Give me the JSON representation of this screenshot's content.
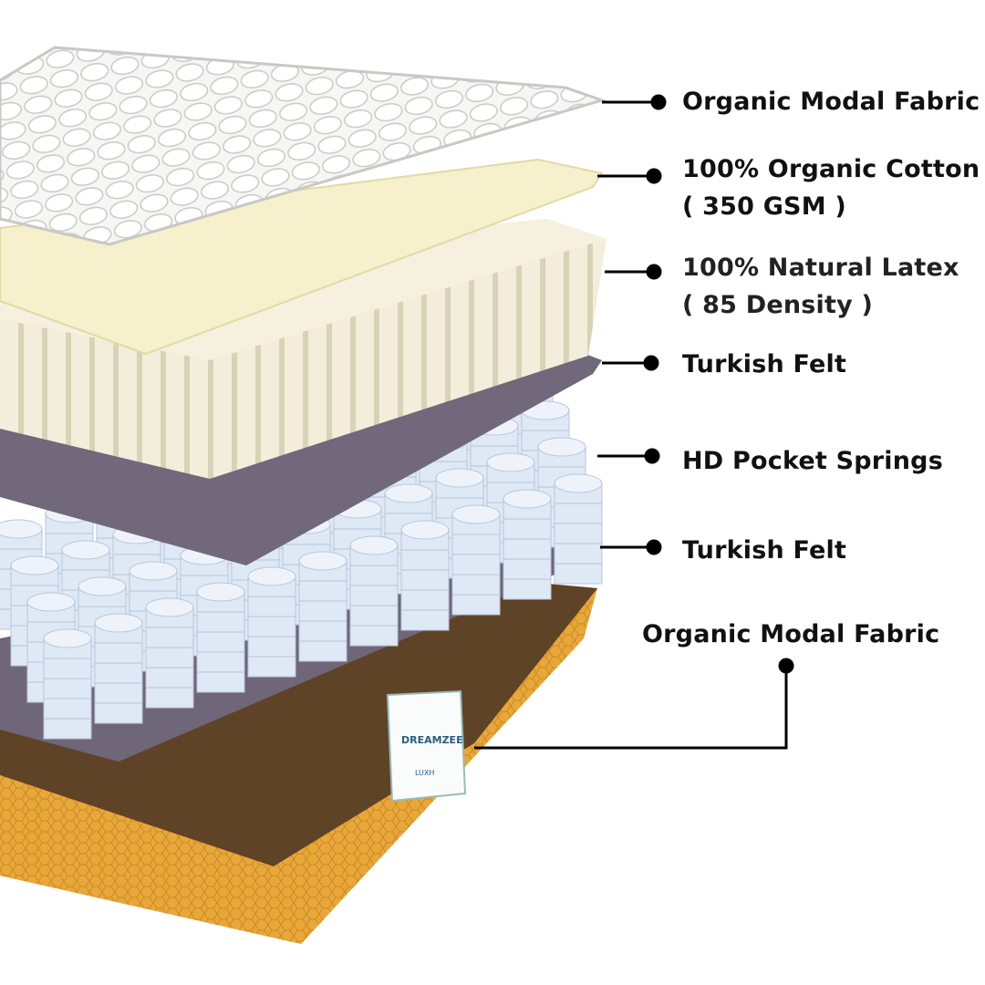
{
  "colors": {
    "fabric": "#f4f4f2",
    "cotton": "#f6f1cc",
    "latex": "#f1ecd6",
    "felt": "#6f6679",
    "spring": "#dfe8f5",
    "base": "#e9a73a",
    "base_inner": "#6b4a2a",
    "line": "#000000"
  },
  "logo": {
    "brand": "DREAMZEE",
    "model": "LUXH"
  },
  "layers": [
    {
      "name": "organic-modal-fabric-top",
      "lines": [
        "Organic Modal Fabric"
      ]
    },
    {
      "name": "organic-cotton",
      "lines": [
        "100% Organic Cotton",
        "( 350 GSM )"
      ]
    },
    {
      "name": "natural-latex",
      "lines": [
        "100% Natural Latex",
        "( 85 Density )"
      ]
    },
    {
      "name": "turkish-felt-top",
      "lines": [
        "Turkish Felt"
      ]
    },
    {
      "name": "hd-pocket-springs",
      "lines": [
        "HD Pocket Springs"
      ]
    },
    {
      "name": "turkish-felt-bottom",
      "lines": [
        "Turkish Felt"
      ]
    },
    {
      "name": "organic-modal-fabric-base",
      "lines": [
        "Organic Modal Fabric"
      ]
    }
  ]
}
